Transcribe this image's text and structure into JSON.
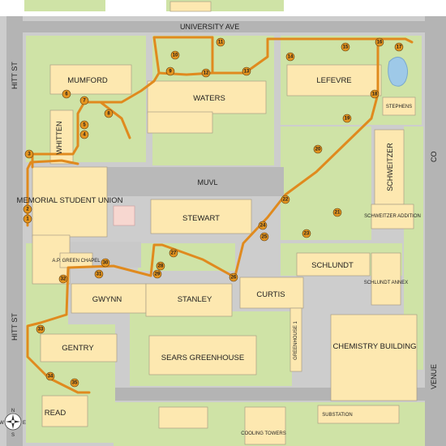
{
  "streets": {
    "university_ave": "UNIVERSITY AVE",
    "hitt_st_north": "HITT ST",
    "hitt_st_south": "HITT ST",
    "avenue_partial": "VENUE",
    "college_partial": "CO"
  },
  "buildings": {
    "mumford": "MUMFORD",
    "whitten": "WHITTEN",
    "waters": "WATERS",
    "lefevre": "LEFEVRE",
    "stephens": "STEPHENS",
    "schweitzer": "SCHWEITZER",
    "schweitzer_addition": "SCHWEITZER ADDITION",
    "memorial_student_union": "MEMORIAL STUDENT UNION",
    "muvl": "MUVL",
    "stewart": "STEWART",
    "schlundt": "SCHLUNDT",
    "schlundt_annex": "SCHLUNDT ANNEX",
    "ap_green_chapel": "A.P. GREEN CHAPEL",
    "gwynn": "GWYNN",
    "stanley": "STANLEY",
    "curtis": "CURTIS",
    "greenhouse_1": "GREENHOUSE 1",
    "chemistry_building": "CHEMISTRY BUILDING",
    "gentry": "GENTRY",
    "sears_greenhouse": "SEARS GREENHOUSE",
    "read": "READ",
    "substation": "SUBSTATION",
    "cooling_towers": "COOLING TOWERS"
  },
  "stops": [
    "1",
    "2",
    "3",
    "4",
    "5",
    "6",
    "7",
    "8",
    "9",
    "10",
    "11",
    "12",
    "13",
    "14",
    "15",
    "16",
    "17",
    "18",
    "19",
    "20",
    "21",
    "22",
    "23",
    "24",
    "25",
    "26",
    "27",
    "28",
    "29",
    "30",
    "31",
    "32",
    "33",
    "34",
    "35"
  ],
  "compass": [
    "N",
    "S",
    "E",
    "W"
  ],
  "colors": {
    "route": "#e08a1e",
    "stop_fill": "#e5951f",
    "building": "#fde8b0",
    "lawn": "#cfe3a6",
    "road": "#b8b8b8",
    "water": "#9ec9e8"
  }
}
